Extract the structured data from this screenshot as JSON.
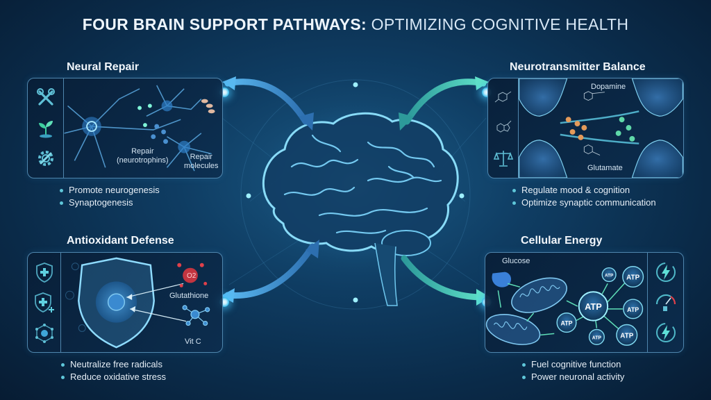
{
  "title": {
    "bold": "FOUR BRAIN SUPPORT PATHWAYS:",
    "light": "OPTIMIZING COGNITIVE HEALTH"
  },
  "colors": {
    "background": "#0f3d63",
    "panel_border": "#4f86ad",
    "accent_blue": "#3fa3e6",
    "accent_teal": "#3fd0b8",
    "bullet_dot": "#5fc7d9",
    "radical_red": "#e0404a"
  },
  "center": {
    "icon": "glowing-brain-icon"
  },
  "panels": {
    "neural_repair": {
      "title": "Neural Repair",
      "icons": [
        "wrench-screwdriver-icon",
        "sprout-icon",
        "gear-wrench-icon"
      ],
      "labels": {
        "repair_neurotrophins_line1": "Repair",
        "repair_neurotrophins_line2": "(neurotrophins)",
        "repair_molecules_line1": "Repair",
        "repair_molecules_line2": "molecules"
      },
      "bullets": [
        "Promote neurogenesis",
        "Synaptogenesis"
      ]
    },
    "neurotransmitter_balance": {
      "title": "Neurotransmitter Balance",
      "icons": [
        "molecule-structure-icon",
        "molecule-ring-icon",
        "balance-scale-icon"
      ],
      "labels": {
        "dopamine": "Dopamine",
        "glutamate": "Glutamate"
      },
      "bullets": [
        "Regulate mood & cognition",
        "Optimize synaptic communication"
      ]
    },
    "antioxidant_defense": {
      "title": "Antioxidant Defense",
      "icons": [
        "shield-plus-icon",
        "shield-plus-add-icon",
        "molecule-network-icon"
      ],
      "labels": {
        "o2": "O2",
        "glutathione": "Glutathione",
        "vitc": "Vit C"
      },
      "bullets": [
        "Neutralize free radicals",
        "Reduce oxidative stress"
      ]
    },
    "cellular_energy": {
      "title": "Cellular Energy",
      "icons": [
        "lightning-circle-icon",
        "fuel-gauge-icon",
        "lightning-circle-icon"
      ],
      "labels": {
        "glucose": "Glucose",
        "atp": "ATP"
      },
      "bullets": [
        "Fuel cognitive function",
        "Power neuronal activity"
      ]
    }
  }
}
